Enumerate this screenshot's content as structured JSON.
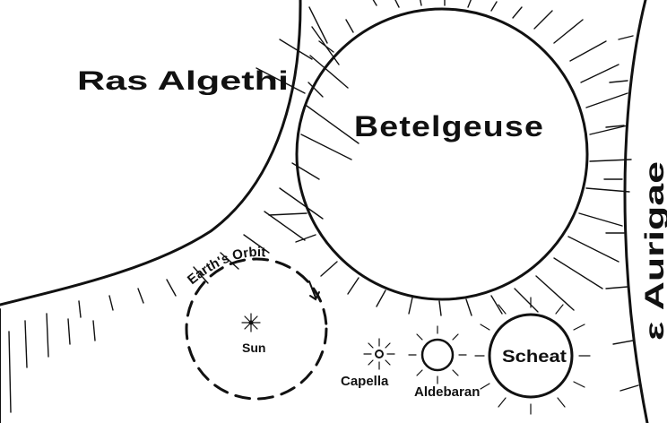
{
  "diagram": {
    "stars": {
      "ras_algethi": "Ras Algethi",
      "betelgeuse": "Betelgeuse",
      "epsilon_aurigae": "ε Aurigae",
      "scheat": "Scheat",
      "aldebaran": "Aldebaran",
      "capella": "Capella",
      "sun": "Sun"
    },
    "annotations": {
      "earths_orbit": "Earth's Orbit"
    },
    "ink_color": "#111111",
    "paper_color": "#ffffff"
  }
}
